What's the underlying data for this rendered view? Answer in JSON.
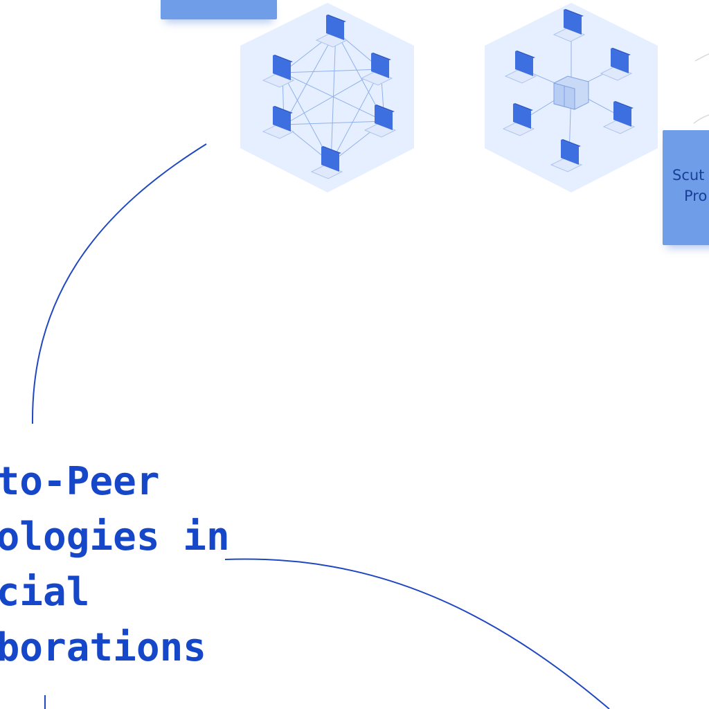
{
  "title": {
    "lines": [
      "Peer-to-Peer",
      "Technologies in",
      "Financial",
      "Collaborations"
    ]
  },
  "sticky_note_right": {
    "line1": "Scut",
    "line2": "Pro"
  },
  "diagrams": [
    {
      "name": "mesh-network",
      "description_nodes": 6
    },
    {
      "name": "star-network",
      "description_nodes": 6
    }
  ],
  "colors": {
    "title": "#1747c9",
    "connector": "#1f47c2",
    "sticky": "#6f9de8",
    "hexagon": "#e6efff",
    "monitor": "#3d6fe0"
  }
}
